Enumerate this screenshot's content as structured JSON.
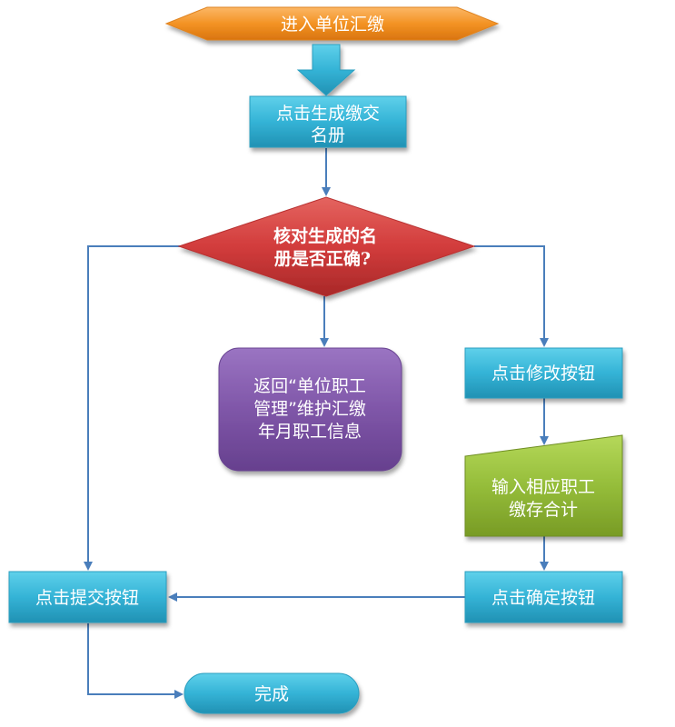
{
  "diagram": {
    "type": "flowchart",
    "colors": {
      "start": "#f0922a",
      "process": "#31b3d3",
      "decision": "#d23c3c",
      "alternate": "#7f56a8",
      "manual_input": "#95bd3a",
      "connector": "#4a7ebb",
      "text": "#ffffff"
    },
    "nodes": {
      "start": {
        "shape": "hexagon",
        "lines": [
          "进入单位汇缴"
        ]
      },
      "generate": {
        "shape": "process",
        "lines": [
          "点击生成缴交",
          "名册"
        ]
      },
      "check": {
        "shape": "decision",
        "lines": [
          "核对生成的名",
          "册是否正确?"
        ]
      },
      "return_manage": {
        "shape": "rounded-rectangle",
        "lines": [
          "返回“单位职工",
          "管理”维护汇缴",
          "年月职工信息"
        ]
      },
      "modify": {
        "shape": "process",
        "lines": [
          "点击修改按钮"
        ]
      },
      "input_total": {
        "shape": "manual-input",
        "lines": [
          "输入相应职工",
          "缴存合计"
        ]
      },
      "confirm": {
        "shape": "process",
        "lines": [
          "点击确定按钮"
        ]
      },
      "submit": {
        "shape": "process",
        "lines": [
          "点击提交按钮"
        ]
      },
      "done": {
        "shape": "terminator",
        "lines": [
          "完成"
        ]
      }
    },
    "edges": [
      {
        "from": "start",
        "to": "generate",
        "style": "block-arrow"
      },
      {
        "from": "generate",
        "to": "check"
      },
      {
        "from": "check",
        "to": "submit",
        "label": ""
      },
      {
        "from": "check",
        "to": "return_manage",
        "label": ""
      },
      {
        "from": "check",
        "to": "modify",
        "label": ""
      },
      {
        "from": "modify",
        "to": "input_total"
      },
      {
        "from": "input_total",
        "to": "confirm"
      },
      {
        "from": "confirm",
        "to": "submit"
      },
      {
        "from": "submit",
        "to": "done"
      }
    ]
  }
}
